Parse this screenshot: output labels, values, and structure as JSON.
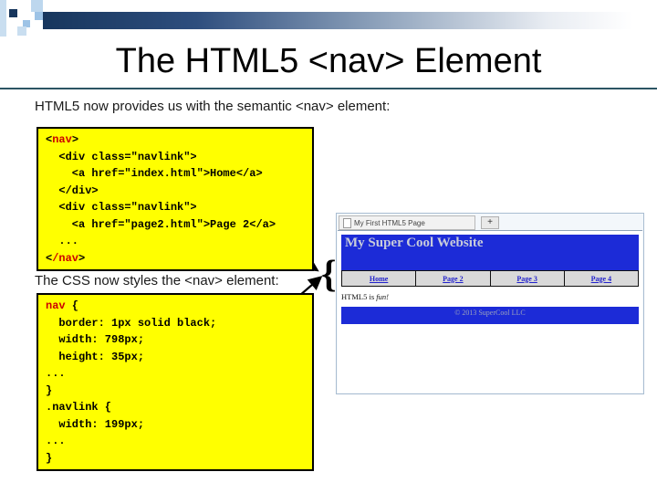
{
  "slide": {
    "title": "The HTML5 <nav> Element",
    "intro_text": "HTML5 now provides us with the semantic <nav> element:",
    "css_label": "The CSS now styles the <nav> element:"
  },
  "html_code": {
    "lines": [
      [
        {
          "t": "<",
          "c": "k"
        },
        {
          "t": "nav",
          "c": "r"
        },
        {
          "t": ">",
          "c": "k"
        }
      ],
      [
        {
          "t": "  <div class=\"navlink\">",
          "c": "k"
        }
      ],
      [
        {
          "t": "    <a href=\"index.html\">Home</a>",
          "c": "k"
        }
      ],
      [
        {
          "t": "  </div>",
          "c": "k"
        }
      ],
      [
        {
          "t": "  <div class=\"navlink\">",
          "c": "k"
        }
      ],
      [
        {
          "t": "    <a href=\"page2.html\">Page 2</a>",
          "c": "k"
        }
      ],
      [
        {
          "t": "  ...",
          "c": "k"
        }
      ],
      [
        {
          "t": "<",
          "c": "k"
        },
        {
          "t": "/nav",
          "c": "r"
        },
        {
          "t": ">",
          "c": "k"
        }
      ]
    ]
  },
  "css_code": {
    "lines": [
      [
        {
          "t": "nav",
          "c": "r"
        },
        {
          "t": " {",
          "c": "k"
        }
      ],
      [
        {
          "t": "  border: 1px solid black;",
          "c": "k"
        }
      ],
      [
        {
          "t": "  width: 798px;",
          "c": "k"
        }
      ],
      [
        {
          "t": "  height: 35px;",
          "c": "k"
        }
      ],
      [
        {
          "t": "...",
          "c": "k"
        }
      ],
      [
        {
          "t": "}",
          "c": "k"
        }
      ],
      [
        {
          "t": ".navlink {",
          "c": "k"
        }
      ],
      [
        {
          "t": "  width: 199px;",
          "c": "k"
        }
      ],
      [
        {
          "t": "...",
          "c": "k"
        }
      ],
      [
        {
          "t": "}",
          "c": "k"
        }
      ]
    ]
  },
  "brace": "{",
  "browser": {
    "tab_title": "My First HTML5 Page",
    "new_tab_label": "+",
    "site_title": "My Super Cool Website",
    "nav_links": [
      "Home",
      "Page 2",
      "Page 3",
      "Page 4"
    ],
    "body_text_normal": "HTML5 is ",
    "body_text_italic": "fun!",
    "footer_text": "© 2013 SuperCool LLC"
  },
  "colors": {
    "deco_dark": "#17365D",
    "divider": "#2C5463",
    "code_bg": "#FFFF00",
    "code_red": "#CC0000",
    "site_blue": "#1C2BD7",
    "link_blue": "#2323CC"
  }
}
